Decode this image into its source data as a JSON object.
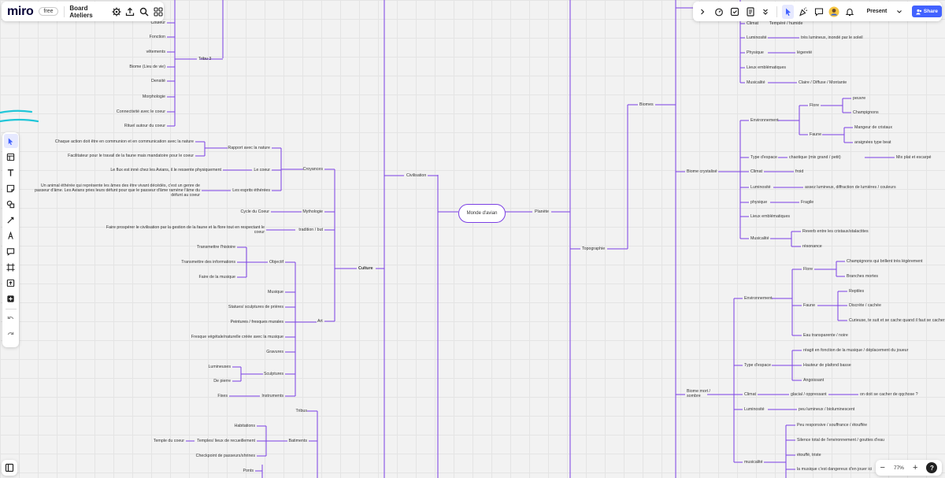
{
  "toolbar": {
    "logo": "miro",
    "plan_badge": "free",
    "board_name": "Board Ateliers",
    "present_label": "Present",
    "share_label": "Share"
  },
  "zoom": {
    "level": "77%",
    "minus": "−",
    "plus": "+"
  },
  "left_tools": [
    "select",
    "templates",
    "text",
    "sticky-note",
    "shapes",
    "connection-line",
    "pen",
    "comment",
    "frame",
    "upload",
    "more-apps",
    "undo",
    "redo"
  ],
  "mindmap": {
    "center": "Monde d'avian",
    "main": {
      "civilisation": "Civilisation",
      "planete": "Planète",
      "culture": "Culture",
      "biomes": "Biomes",
      "topographie": "Topographie",
      "tribus": "Tribus",
      "batiments": "Batiments",
      "croyances": "Croyances",
      "mythologie": "Mythologie",
      "tradition": "tradition / but",
      "art": "Art"
    },
    "tribu3": {
      "label": "Tribu 3",
      "items": [
        "Couleur",
        "Fonction",
        "vêtements",
        "Biome (Lieu de vie)",
        "Densité",
        "Morphologie",
        "Connectivité avec le coeur",
        "Rituel autour du coeur"
      ]
    },
    "croyances_items": {
      "rapport_nature": "Rapport avec la nature",
      "le_coeur": "Le coeur",
      "esprits": "Les esprits éthérées",
      "rapport_1": "Chaque action doit être en communion et en communication avec la nature",
      "rapport_2": "Facilitateur pour le travail de la faune mais mandatoire pour le coeur",
      "coeur_1": "Le flux est inné chez les Avians, il le ressente physiquement",
      "esprits_1": "Un animal éthérée qui représente les âmes des être vivant décédés, c'est un genre de passeur d'âme. Les Avians pries leurs défunt pour que le passeur d'âme ramène l'âme du défunt au coeur"
    },
    "mythologie_item": "Cycle du Coeur",
    "tradition_item": "Faire prospérer le civilisation par la gestion de la faune et la flore tout en respectant le coeur",
    "art_items": {
      "objectif": "Objectif",
      "objectif_children": [
        "Transmettre l'histoire",
        "Transmettre des informations",
        "Faire de la musique"
      ],
      "musique": "Musique",
      "statues": "Statues/ sculptures de prières",
      "peintures": "Peintures / fresques murales",
      "fresque": "Fresque végétale/naturelle créée avec la musique",
      "gravures": "Gravures",
      "sculptures": "Sculptures",
      "sculptures_children": [
        "Lumineuses",
        "De pierre"
      ],
      "instruments": "Instruments",
      "fixes": "Fixes"
    },
    "batiments_items": {
      "habitations": "Habitations",
      "temples": "Temples/ lieux de recueillement",
      "temple_coeur": "Temple du coeur",
      "checkpoint": "Checkpoint de passeurs/shrines",
      "ponts": "Ponts"
    },
    "biome_top": {
      "climat": "Climat",
      "climat_val": "Tempéré / humide",
      "luminosite": "Luminosité",
      "luminosite_val": "très lumineux, inondé par le soleil",
      "physique": "Physique",
      "physique_val": "légereté",
      "lieux": "Lieux emblématiques",
      "musicalite": "Musicalité",
      "musicalite_val": "Claire / Diffuse / Montante"
    },
    "biome_cristal": {
      "label": "Biome crystalisé",
      "environnement": "Environnement",
      "flore": "Flore",
      "flore_items": [
        "peuvre",
        "Champignons"
      ],
      "faune": "Faune",
      "faune_items": [
        "Mangeur de cristaux",
        "araignées type beat"
      ],
      "type_espace": "Type d'espace",
      "type_espace_val": "chaotique (mix grand / petit)",
      "type_espace_val2": "Mix plat et escarpé",
      "climat": "Climat",
      "climat_val": "froid",
      "luminosite": "Luminosité",
      "luminosite_val": "assez lumineux, diffraction de lumières / couleurs",
      "physique": "physique",
      "physique_val": "Fragile",
      "lieux": "Lieux emblématiques",
      "musicalite": "Musicalité",
      "musicalite_vals": [
        "Reverb entre les cristaux/stalactites",
        "résonance"
      ]
    },
    "biome_mort": {
      "label": "Biome mort / sombre",
      "environnement": "Environnement",
      "flore": "Flore",
      "flore_items": [
        "Champignons qui brillent très légèrement",
        "Branches mortes"
      ],
      "faune": "Faune",
      "faune_items": [
        "Reptiles",
        "Discrète / cachée",
        "Curieuse, te suit et se cache quand il faut se cacher"
      ],
      "eau": "Eau transparente / noire",
      "type_espace": "Type d'espace",
      "type_espace_vals": [
        "réagit en fonction de la musique / déplacement du joueur",
        "Hauteur de plafond basse",
        "Angoissant"
      ],
      "climat": "Climat",
      "climat_val": "glacial / oppressant",
      "climat_val2": "on doit se cacher de qqchose ?",
      "luminosite": "Luminosité",
      "luminosite_val": "peu lumineux / bioluminescent",
      "musicalite": "musicalité",
      "musicalite_vals": [
        "Peu responsive / souffrance / étouffée",
        "Silence total de l'environnement / gouttes d'eau",
        "étouffé, triste",
        "la musique c'est dangereux d'en jouer ici"
      ]
    }
  }
}
